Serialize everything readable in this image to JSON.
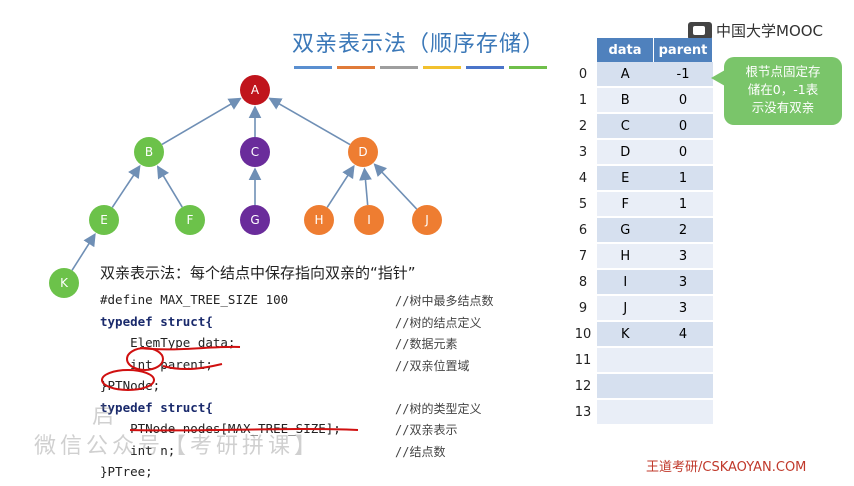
{
  "slide": {
    "title": "双亲表示法（顺序存储）",
    "brand": "中国大学MOOC",
    "footer": "王道考研/CSKAOYAN.COM",
    "title_bar_colors": [
      "#5a8fd0",
      "#e07b39",
      "#9e9e9e",
      "#f2c12e",
      "#4a74c9",
      "#6fbf4a"
    ]
  },
  "tree": {
    "nodes": [
      {
        "label": "A",
        "color": "#c0141c"
      },
      {
        "label": "B",
        "color": "#6cc24a"
      },
      {
        "label": "C",
        "color": "#6a2c9b"
      },
      {
        "label": "D",
        "color": "#ee7d31"
      },
      {
        "label": "E",
        "color": "#6cc24a"
      },
      {
        "label": "F",
        "color": "#6cc24a"
      },
      {
        "label": "G",
        "color": "#6a2c9b"
      },
      {
        "label": "H",
        "color": "#ee7d31"
      },
      {
        "label": "I",
        "color": "#ee7d31"
      },
      {
        "label": "J",
        "color": "#ee7d31"
      },
      {
        "label": "K",
        "color": "#6cc24a"
      }
    ]
  },
  "description": "双亲表示法：每个结点中保存指向双亲的“指针”",
  "code": {
    "lines": [
      "#define MAX_TREE_SIZE 100",
      "typedef struct{",
      "    ElemType data;",
      "    int parent;",
      "}PTNode;",
      "typedef struct{",
      "    PTNode nodes[MAX_TREE_SIZE];",
      "    int n;",
      "}PTree;"
    ],
    "comments": [
      "//树中最多结点数",
      "//树的结点定义",
      "//数据元素",
      "//双亲位置域",
      "",
      "//树的类型定义",
      "//双亲表示",
      "//结点数",
      ""
    ]
  },
  "watermark": {
    "line1": "启",
    "line2": "微信公众号【考研拼课】"
  },
  "table": {
    "headers": [
      "data",
      "parent"
    ],
    "indices": [
      "0",
      "1",
      "2",
      "3",
      "4",
      "5",
      "6",
      "7",
      "8",
      "9",
      "10",
      "11",
      "12",
      "13"
    ],
    "rows": [
      [
        "A",
        "-1"
      ],
      [
        "B",
        "0"
      ],
      [
        "C",
        "0"
      ],
      [
        "D",
        "0"
      ],
      [
        "E",
        "1"
      ],
      [
        "F",
        "1"
      ],
      [
        "G",
        "2"
      ],
      [
        "H",
        "3"
      ],
      [
        "I",
        "3"
      ],
      [
        "J",
        "3"
      ],
      [
        "K",
        "4"
      ],
      [
        "",
        ""
      ],
      [
        "",
        ""
      ],
      [
        "",
        ""
      ]
    ]
  },
  "callout": {
    "line1": "根节点固定存",
    "line2": "储在0，-1表",
    "line3": "示没有双亲"
  }
}
